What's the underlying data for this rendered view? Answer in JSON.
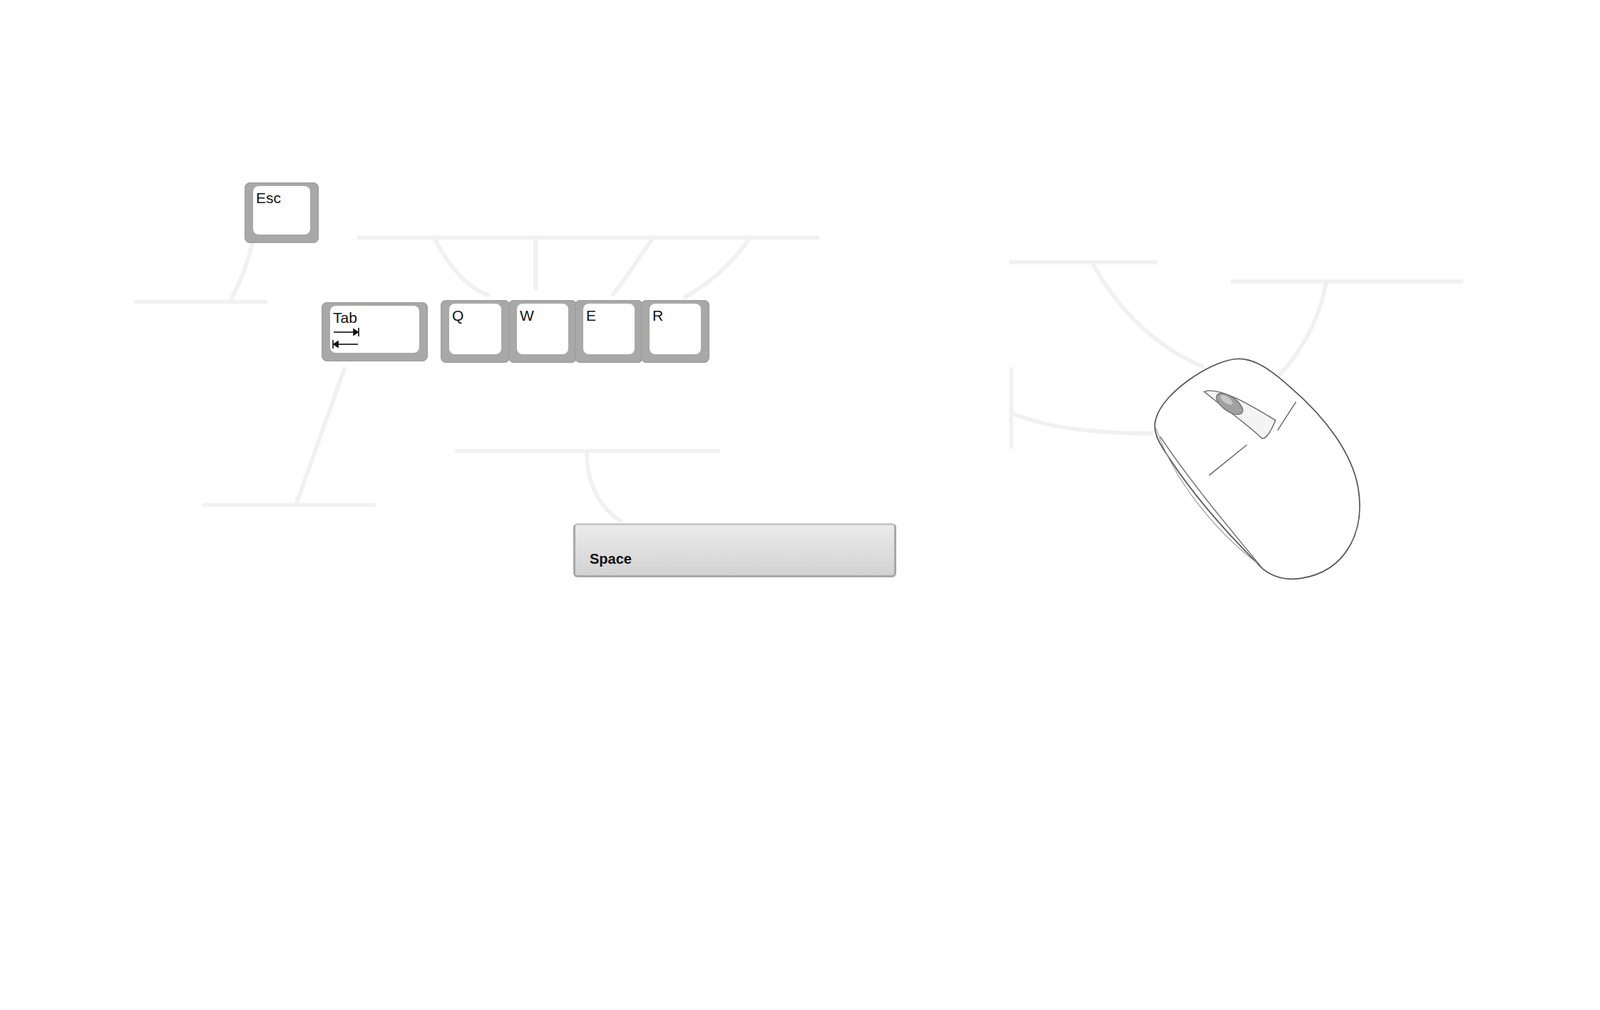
{
  "diagram": {
    "nodes": [
      {
        "text": [
          "Esc"
        ]
      },
      {
        "text": [
          "Tab"
        ]
      },
      {
        "text": [
          "Q"
        ]
      },
      {
        "text": [
          "W"
        ]
      },
      {
        "text": [
          "E"
        ]
      },
      {
        "text": [
          "R"
        ]
      },
      {
        "text": [
          "Space"
        ]
      }
    ]
  }
}
